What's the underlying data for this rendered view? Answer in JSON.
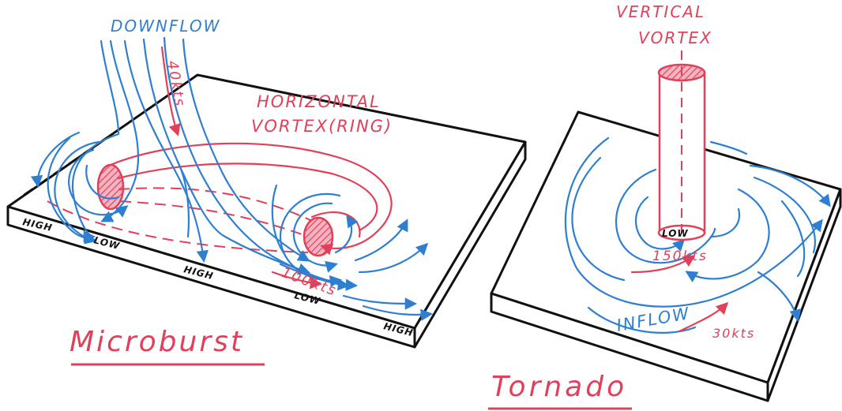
{
  "microburst": {
    "title": "Microburst",
    "downflow": "DOWNFLOW",
    "speed_down": "40kts",
    "horizontal_vortex": [
      "HORIZONTAL",
      "VORTEX(RING)"
    ],
    "speed_outflow": "100kts",
    "pressure_labels": [
      "HIGH",
      "LOW",
      "HIGH",
      "LOW",
      "HIGH"
    ]
  },
  "tornado": {
    "title": "Tornado",
    "vertical_vortex": [
      "VERTICAL",
      "VORTEX"
    ],
    "low": "LOW",
    "speed_core": "150kts",
    "inflow": "INFLOW",
    "speed_inflow": "30kts"
  },
  "colors": {
    "flow": "#2f7fd0",
    "vortex": "#e0405a",
    "outline": "#111111"
  }
}
